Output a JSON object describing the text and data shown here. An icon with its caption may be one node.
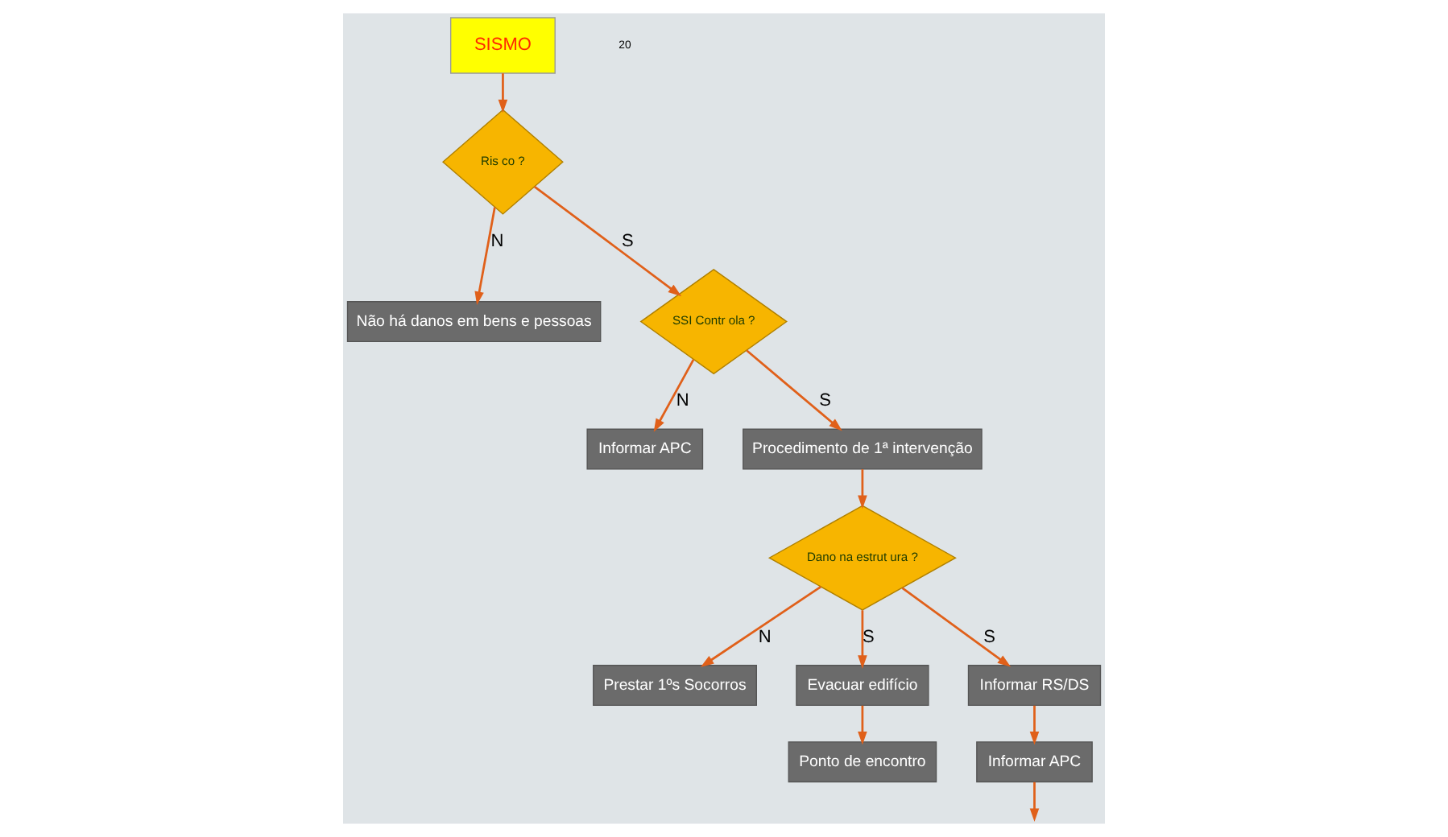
{
  "diagram": {
    "nodes": [
      {
        "text": [
          "SISMO"
        ]
      },
      {
        "text": [
          "Informar APC"
        ]
      },
      {
        "text": [
          "Não há danos em bens e pessoas"
        ]
      },
      {
        "text": [
          "Ris co ?"
        ]
      },
      {
        "text": [
          "SSI Contr ola ?"
        ]
      },
      {
        "text": [
          "Prestar 1ºs Socorros"
        ]
      },
      {
        "text": [
          "Ponto de encontro"
        ]
      },
      {
        "text": [
          "Procedimento de 1ª intervenção"
        ]
      },
      {
        "text": [
          "Dano na estrut ura ?"
        ]
      },
      {
        "text": [
          "Evacuar edifício"
        ]
      },
      {
        "text": [
          "Informar RS/DS"
        ]
      },
      {
        "text": [
          "Informar APC"
        ]
      }
    ],
    "edges": [
      {
        "from": 0,
        "to": 3,
        "arrow": "to"
      },
      {
        "from": 3,
        "to": 2,
        "arrow": "to",
        "label": "N"
      },
      {
        "from": 3,
        "to": 4,
        "arrow": "to",
        "label": "S"
      },
      {
        "from": 4,
        "to": 1,
        "arrow": "to",
        "label": "N"
      },
      {
        "from": 4,
        "to": 7,
        "arrow": "to",
        "label": "S"
      },
      {
        "from": 7,
        "to": 8,
        "arrow": "to"
      },
      {
        "from": 8,
        "to": 5,
        "arrow": "to",
        "label": "N"
      },
      {
        "from": 8,
        "to": 9,
        "arrow": "to",
        "label": "S"
      },
      {
        "from": 9,
        "to": 6,
        "arrow": "to"
      },
      {
        "from": 8,
        "to": 10,
        "arrow": "to",
        "label": "S"
      },
      {
        "from": 10,
        "to": 11,
        "arrow": "to"
      },
      {
        "from": 11,
        "to": null,
        "arrow": "to"
      }
    ],
    "labels": [
      "20"
    ]
  }
}
